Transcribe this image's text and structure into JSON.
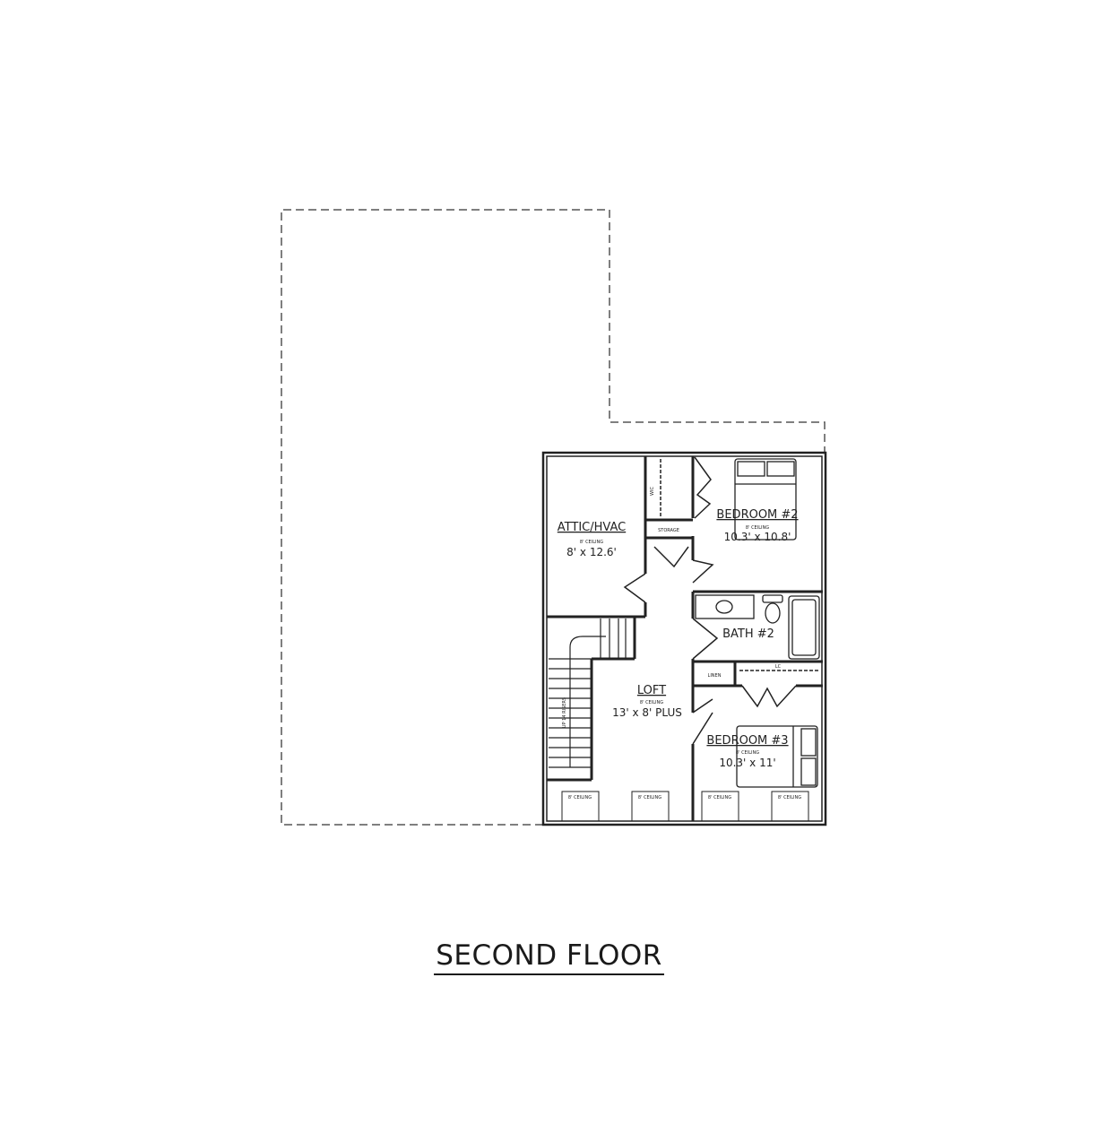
{
  "title": "SECOND FLOOR",
  "rooms": {
    "attic": {
      "name": "ATTIC/HVAC",
      "ceiling": "8' CEILING",
      "size": "8' x 12.6'"
    },
    "bedroom2": {
      "name": "BEDROOM #2",
      "ceiling": "8' CEILING",
      "size": "10.3' x 10.8'"
    },
    "bath2": {
      "name": "BATH #2"
    },
    "loft": {
      "name": "LOFT",
      "ceiling": "8' CEILING",
      "size": "13' x 8' PLUS"
    },
    "bedroom3": {
      "name": "BEDROOM #3",
      "ceiling": "8' CEILING",
      "size": "10.3' x 11'"
    }
  },
  "small_labels": {
    "storage": "STORAGE",
    "linen": "LINEN",
    "closet_wic": "WIC",
    "closet_lc": "LC",
    "stairs": "UP 14 RISERS",
    "window_ceiling": "8' CEILING"
  },
  "colors": {
    "line": "#222222",
    "background": "#ffffff"
  }
}
